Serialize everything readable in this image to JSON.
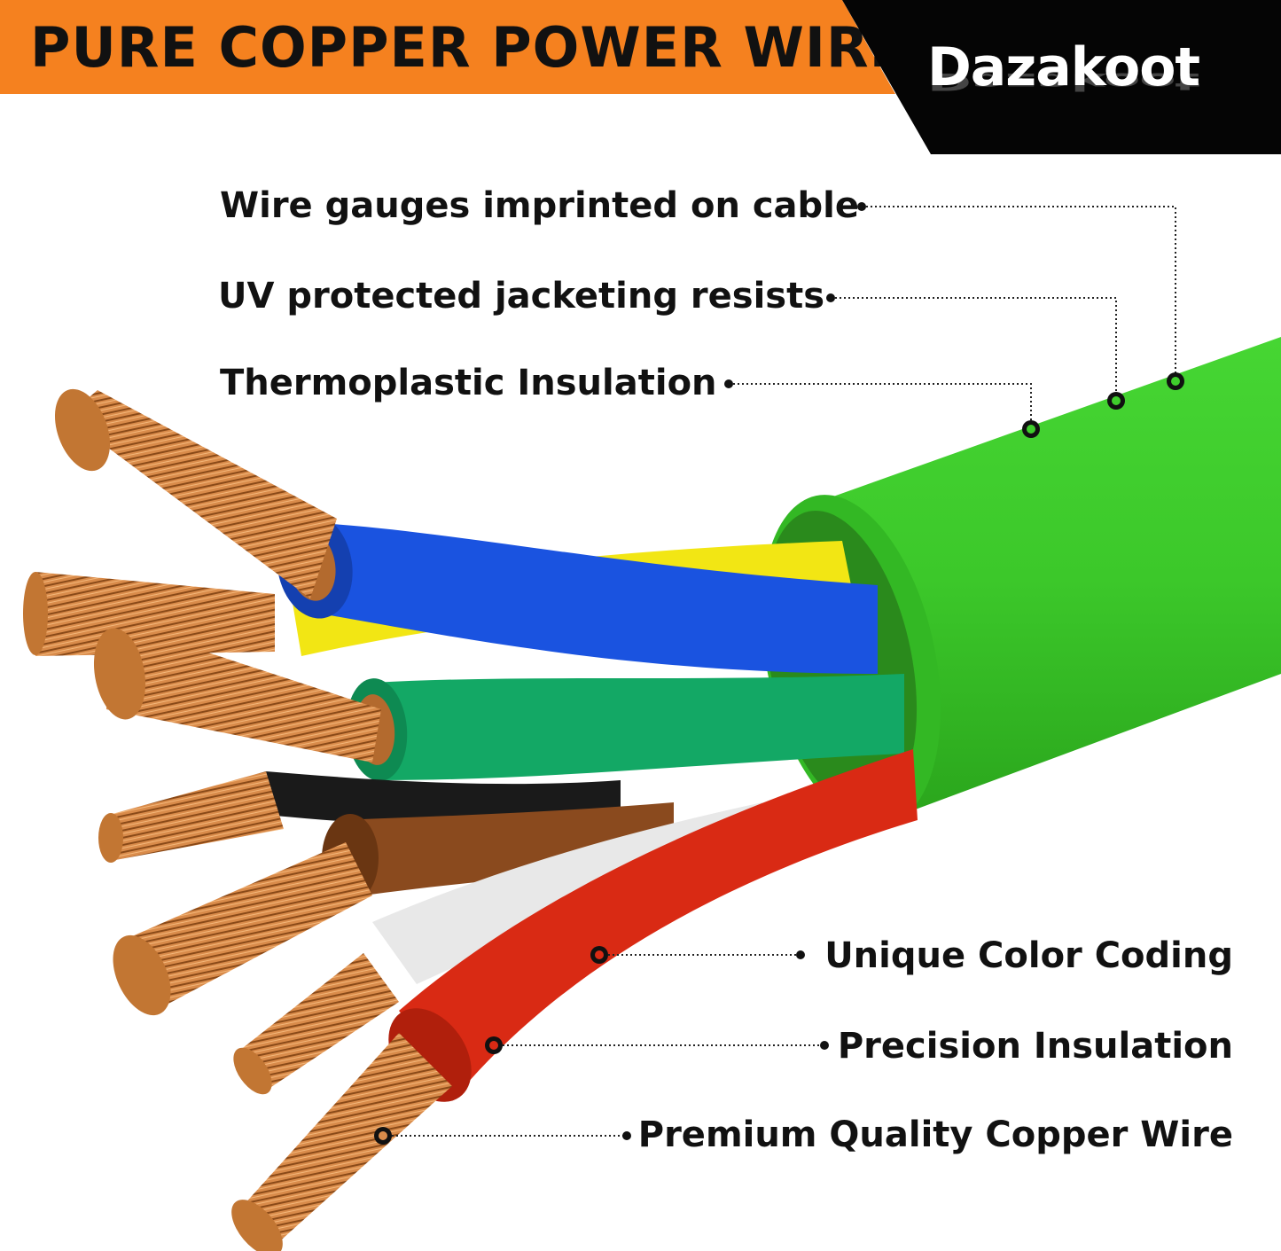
{
  "banner": {
    "title": "PURE COPPER POWER WIRE",
    "brand": "Dazakoot",
    "accent_color": "#f5811f",
    "brand_bg_color": "#050505"
  },
  "callouts": {
    "top": [
      "Wire gauges imprinted on cable",
      "UV protected jacketing resists",
      "Thermoplastic Insulation"
    ],
    "bottom": [
      "Unique Color Coding",
      "Precision Insulation",
      "Premium Quality Copper Wire"
    ]
  },
  "cable": {
    "jacket_color": "#3fce2c",
    "conductor_colors": [
      "#1a53e0",
      "#f2e614",
      "#13a865",
      "#1a1a1a",
      "#8a4a1e",
      "#e8e8e8",
      "#d92a14"
    ],
    "copper_color": "#d98b4a"
  }
}
